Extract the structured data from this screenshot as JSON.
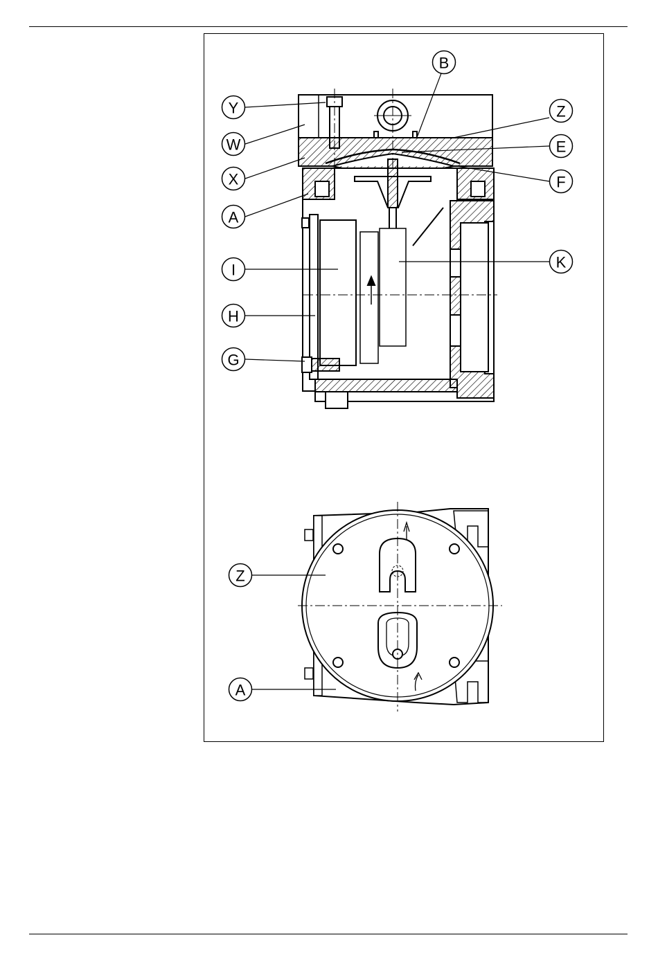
{
  "figure": {
    "section_view": {
      "callouts_left": [
        {
          "id": "Y",
          "label": "Y"
        },
        {
          "id": "W",
          "label": "W"
        },
        {
          "id": "X",
          "label": "X"
        },
        {
          "id": "A",
          "label": "A"
        },
        {
          "id": "I",
          "label": "I"
        },
        {
          "id": "H",
          "label": "H"
        },
        {
          "id": "G",
          "label": "G"
        }
      ],
      "callouts_right": [
        {
          "id": "B",
          "label": "B"
        },
        {
          "id": "Z",
          "label": "Z"
        },
        {
          "id": "E",
          "label": "E"
        },
        {
          "id": "F",
          "label": "F"
        },
        {
          "id": "K",
          "label": "K"
        }
      ]
    },
    "top_view": {
      "callouts": [
        {
          "id": "Z2",
          "label": "Z"
        },
        {
          "id": "A2",
          "label": "A"
        }
      ]
    }
  }
}
